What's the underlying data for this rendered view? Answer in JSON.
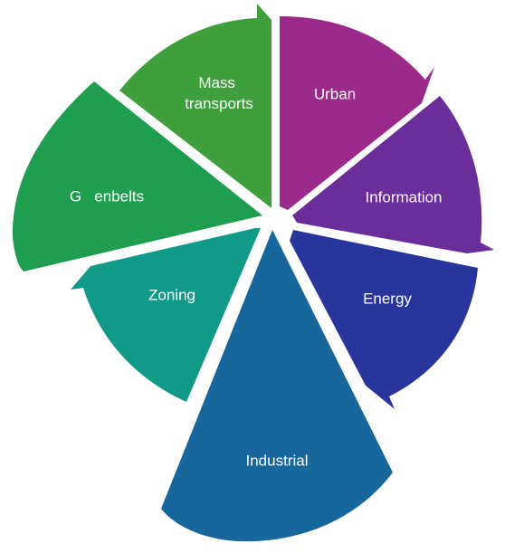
{
  "segments": [
    {
      "id": "urban",
      "label": "Urban",
      "color": "#9c2a8a"
    },
    {
      "id": "information",
      "label": "Information",
      "color": "#6a2d9a"
    },
    {
      "id": "energy",
      "label": "Energy",
      "color": "#27359c"
    },
    {
      "id": "industrial",
      "label": "Industrial",
      "color": "#17679c"
    },
    {
      "id": "zoning",
      "label": "Zoning",
      "color": "#129a88"
    },
    {
      "id": "greenbelts",
      "label": "G   enbelts",
      "color": "#1e9e4e"
    },
    {
      "id": "mass",
      "label": [
        "Mass",
        "transports"
      ],
      "color": "#3f9f3d"
    }
  ]
}
